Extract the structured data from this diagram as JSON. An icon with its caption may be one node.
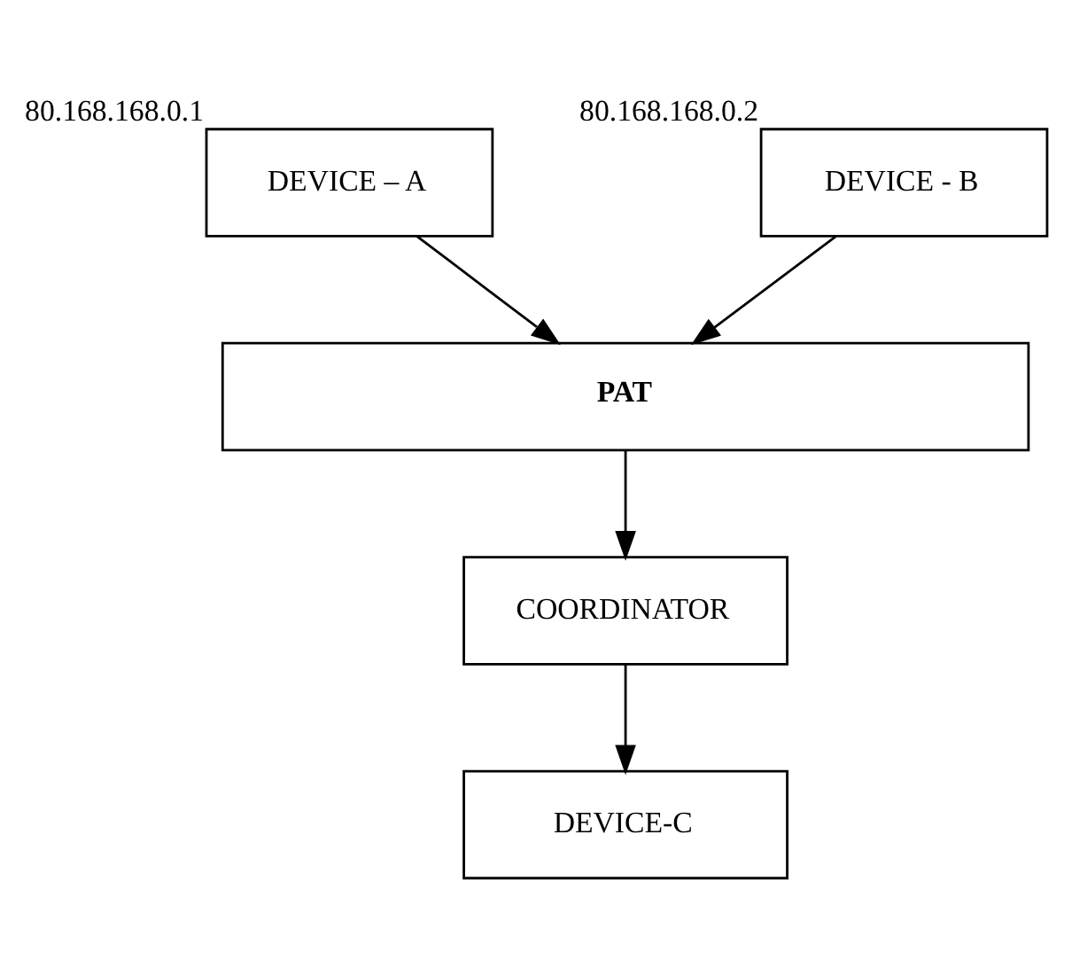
{
  "diagram": {
    "nodes": [
      {
        "text": [
          "DEVICE – A"
        ],
        "beside": [
          "80.168.168.0.1"
        ]
      },
      {
        "text": [
          "DEVICE - B"
        ],
        "beside": [
          "80.168.168.0.2"
        ]
      },
      {
        "text": [
          "PAT"
        ]
      },
      {
        "text": [
          "COORDINATOR"
        ]
      },
      {
        "text": [
          "DEVICE-C"
        ]
      }
    ],
    "edges": [
      {
        "from": 0,
        "to": 2,
        "arrow": "to"
      },
      {
        "from": 1,
        "to": 2,
        "arrow": "to"
      },
      {
        "from": 2,
        "to": 3,
        "arrow": "to"
      },
      {
        "from": 3,
        "to": 4,
        "arrow": "to"
      }
    ]
  }
}
